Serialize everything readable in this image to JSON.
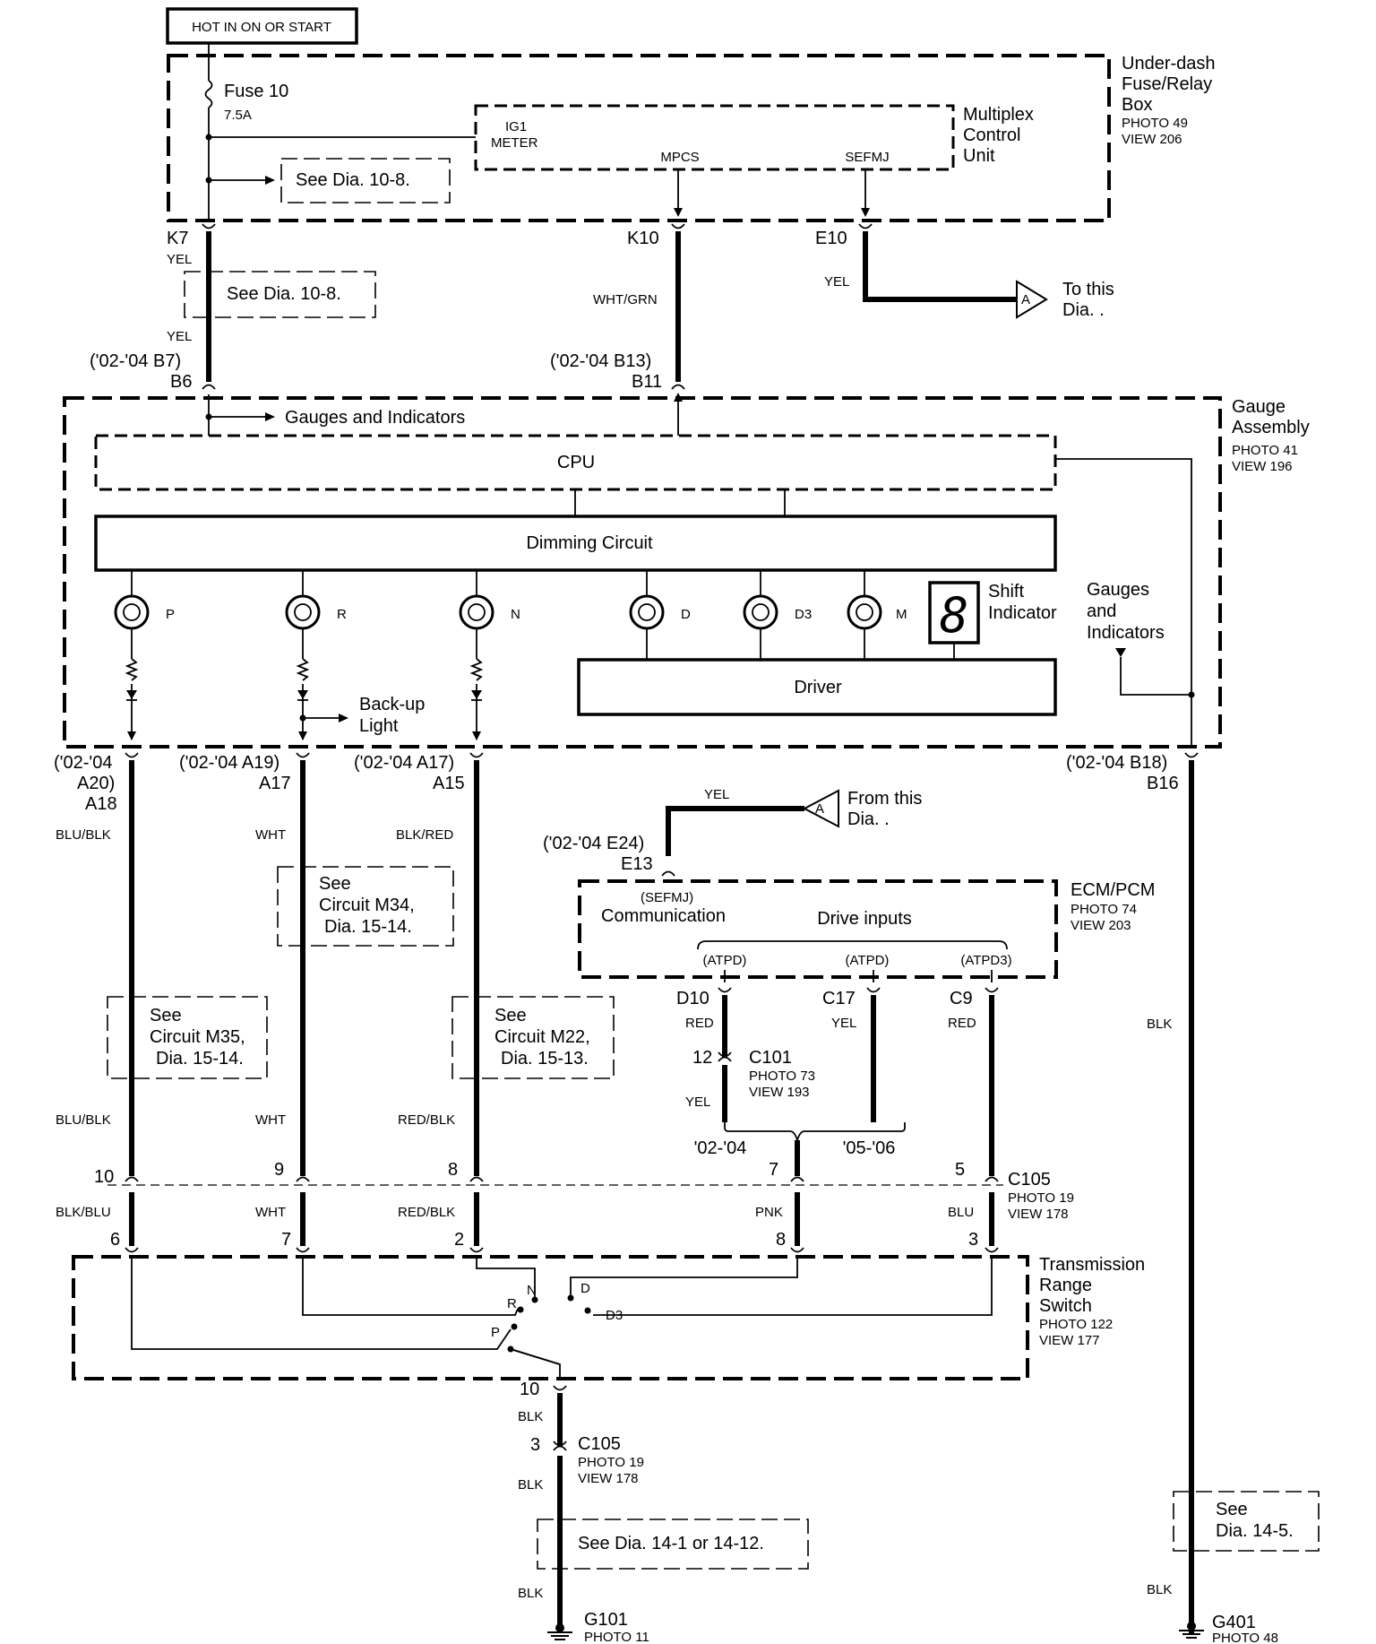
{
  "power": {
    "label": "HOT IN ON OR START"
  },
  "fuse_box": {
    "title": [
      "Under-dash",
      "Fuse/Relay",
      "Box"
    ],
    "photo": "PHOTO 49",
    "view": "VIEW 206",
    "fuse_name": "Fuse 10",
    "fuse_rating": "7.5A",
    "see_note": "See Dia. 10-8."
  },
  "mcu": {
    "title": [
      "Multiplex",
      "Control",
      "Unit"
    ],
    "ig1": "IG1",
    "meter": "METER",
    "mpcs": "MPCS",
    "sefmj": "SEFMJ"
  },
  "upper_wires": {
    "k7": "K7",
    "k7_color": "YEL",
    "see_note": "See Dia. 10-8.",
    "b_color": "YEL",
    "b7": "('02-'04 B7)",
    "b6": "B6",
    "k10": "K10",
    "k10_color": "WHT/GRN",
    "b13": "('02-'04 B13)",
    "b11": "B11",
    "e10": "E10",
    "e10_color": "YEL",
    "to_this": "To this",
    "dia": "Dia. .",
    "conn_a": "A"
  },
  "gauge": {
    "title": [
      "Gauge",
      "Assembly"
    ],
    "photo": "PHOTO 41",
    "view": "VIEW 196",
    "gauges_ind": "Gauges and Indicators",
    "cpu": "CPU",
    "dimming": "Dimming Circuit",
    "bulbs": [
      "P",
      "R",
      "N",
      "D",
      "D3",
      "M"
    ],
    "shift": [
      "Shift",
      "Indicator"
    ],
    "shift_digit": "8",
    "gauges_right": [
      "Gauges",
      "and",
      "Indicators"
    ],
    "driver": "Driver",
    "backup": [
      "Back-up",
      "Light"
    ]
  },
  "lower_pins": {
    "a20": [
      "('02-'04",
      "A20)",
      "A18"
    ],
    "a19": "('02-'04 A19)",
    "a17": "A17",
    "a17b": "('02-'04 A17)",
    "a15": "A15",
    "b18": "('02-'04 B18)",
    "b16": "B16"
  },
  "colors": {
    "blu_blk": "BLU/BLK",
    "wht": "WHT",
    "blk_red": "BLK/RED",
    "red_blk": "RED/BLK",
    "blk_blu": "BLK/BLU",
    "pnk": "PNK",
    "blu": "BLU",
    "blk": "BLK",
    "red": "RED",
    "yel": "YEL"
  },
  "notes": {
    "m34": [
      "See",
      "Circuit M34,",
      "Dia. 15-14."
    ],
    "m35": [
      "See",
      "Circuit M35,",
      "Dia. 15-14."
    ],
    "m22": [
      "See",
      "Circuit M22,",
      "Dia. 15-13."
    ],
    "dia14": "See Dia. 14-1 or 14-12.",
    "dia145": [
      "See",
      "Dia.  14-5."
    ]
  },
  "from_this": {
    "line1": "From this",
    "line2": "Dia. .",
    "conn_a": "A",
    "e24": "('02-'04 E24)",
    "e13": "E13"
  },
  "ecm": {
    "title": "ECM/PCM",
    "photo": "PHOTO 74",
    "view": "VIEW 203",
    "sefmj": "(SEFMJ)",
    "communication": "Communication",
    "drive_inputs": "Drive inputs",
    "atpd1": "(ATPD)",
    "atpd2": "(ATPD)",
    "atpd3": "(ATPD3)",
    "d10": "D10",
    "c17": "C17",
    "c9": "C9"
  },
  "c101": {
    "name": "C101",
    "photo": "PHOTO 73",
    "view": "VIEW 193",
    "pin": "12"
  },
  "years": {
    "y0204": "'02-'04",
    "y0506": "'05-'06"
  },
  "c105a": {
    "name": "C105",
    "photo": "PHOTO 19",
    "view": "VIEW 178",
    "pins_top": [
      "10",
      "9",
      "8",
      "7",
      "5"
    ],
    "pins_bot": [
      "6",
      "7",
      "2",
      "8",
      "3"
    ]
  },
  "trs": {
    "title": [
      "Transmission",
      "Range",
      "Switch"
    ],
    "photo": "PHOTO 122",
    "view": "VIEW 177",
    "pos": [
      "R",
      "N",
      "D",
      "D3",
      "P"
    ]
  },
  "ground": {
    "pin10": "10",
    "pin3": "3",
    "c105": "C105",
    "c105_photo": "PHOTO 19",
    "c105_view": "VIEW 178",
    "g101": "G101",
    "g101_photo": "PHOTO 11",
    "g401": "G401",
    "g401_photo": "PHOTO 48"
  }
}
